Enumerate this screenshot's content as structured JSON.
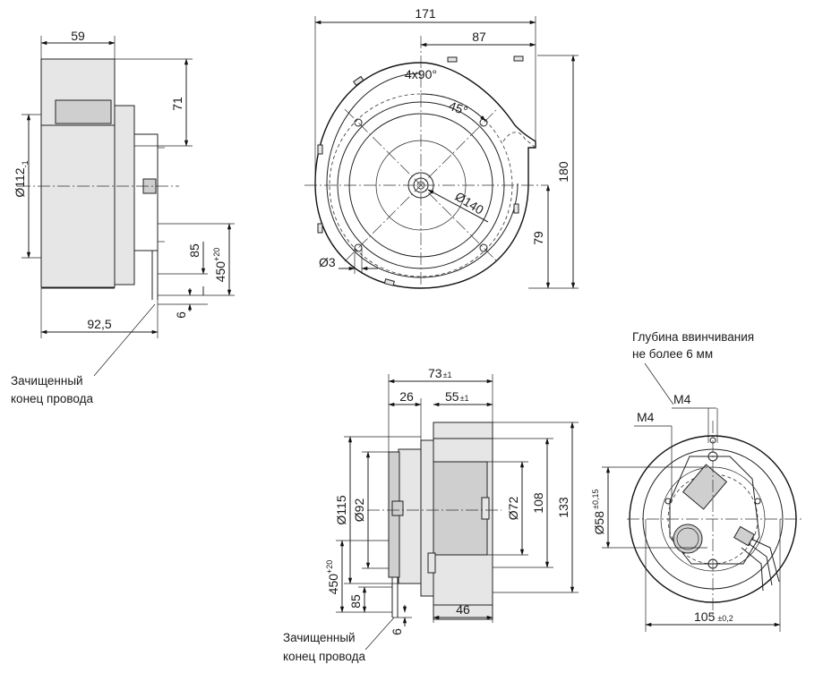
{
  "side_view": {
    "dim_top": "59",
    "dim_height_top": "71",
    "dim_diameter": "Ø112",
    "dim_diameter_tol": "-1",
    "dim_wire_85": "85",
    "dim_wire_450": "450",
    "dim_wire_450_tol": "+20",
    "dim_wire_6": "6",
    "dim_bottom": "92,5",
    "note_line1": "Зачищенный",
    "note_line2": "конец провода"
  },
  "front_view": {
    "dim_width": "171",
    "dim_87": "87",
    "angle_pattern": "4x90°",
    "angle_45": "45°",
    "dim_inlet": "Ø140",
    "dim_height": "180",
    "dim_79": "79",
    "dim_hole": "Ø3"
  },
  "motor_view": {
    "dim_73": "73",
    "dim_73_tol": "±1",
    "dim_26": "26",
    "dim_55": "55",
    "dim_55_tol": "±1",
    "dim_115": "Ø115",
    "dim_92": "Ø92",
    "dim_72": "Ø72",
    "dim_108": "108",
    "dim_133": "133",
    "dim_wire_450": "450",
    "dim_wire_450_tol": "+20",
    "dim_wire_85": "85",
    "dim_wire_6": "6",
    "dim_46": "46",
    "note_line1": "Зачищенный",
    "note_line2": "конец провода"
  },
  "rear_view": {
    "note_line1": "Глубина ввинчивания",
    "note_line2": "не более 6 мм",
    "thread_a": "M4",
    "thread_b": "M4",
    "dim_58": "Ø58",
    "dim_58_tol": "±0,15",
    "dim_105": "105",
    "dim_105_tol": "±0,2"
  }
}
